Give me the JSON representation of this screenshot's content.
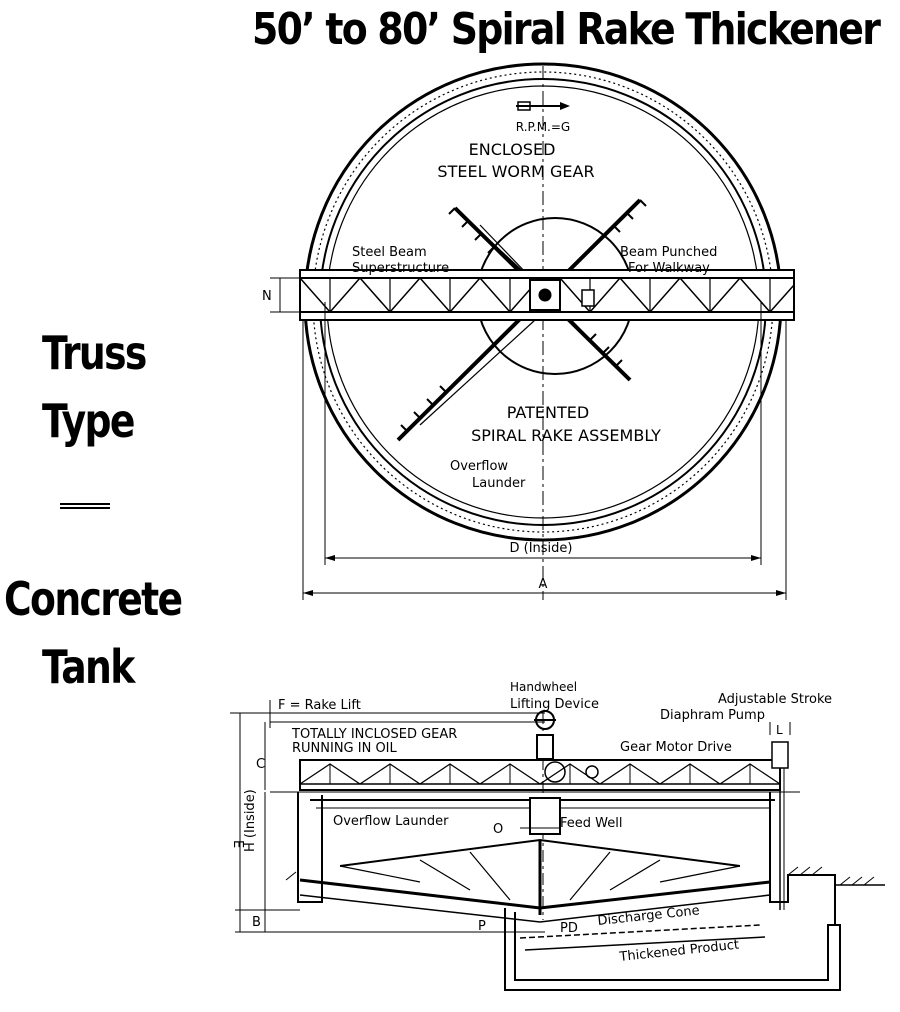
{
  "title": "50’ to 80’ Spiral Rake Thickener",
  "side_labels": {
    "truss": "Truss",
    "type": "Type",
    "concrete": "Concrete",
    "tank": "Tank"
  },
  "plan_view": {
    "rpm": "R.P.M.=G",
    "gear_line1": "ENCLOSED",
    "gear_line2": "STEEL WORM GEAR",
    "beam_left_line1": "Steel Beam",
    "beam_left_line2": "Superstructure",
    "beam_right_line1": "Beam Punched",
    "beam_right_line2": "For Walkway",
    "rake_line1": "PATENTED",
    "rake_line2": "SPIRAL RAKE ASSEMBLY",
    "launder_line1": "Overflow",
    "launder_line2": "Launder",
    "dim_n": "N",
    "dim_d": "D (Inside)",
    "dim_a": "A"
  },
  "section_view": {
    "rake_lift": "F = Rake Lift",
    "handwheel_line1": "Handwheel",
    "handwheel_line2": "Lifting Device",
    "pump_line1": "Adjustable Stroke",
    "pump_line2": "Diaphram Pump",
    "gear_line1": "TOTALLY INCLOSED GEAR",
    "gear_line2": "RUNNING IN OIL",
    "motor": "Gear Motor Drive",
    "launder": "Overflow Launder",
    "feed_well": "Feed Well",
    "discharge": "Discharge Cone",
    "product": "Thickened Product",
    "dim_c": "C",
    "dim_e": "E",
    "dim_h": "H (Inside)",
    "dim_b": "B",
    "dim_o": "O",
    "dim_p": "P",
    "dim_pd": "PD",
    "dim_l": "L"
  }
}
